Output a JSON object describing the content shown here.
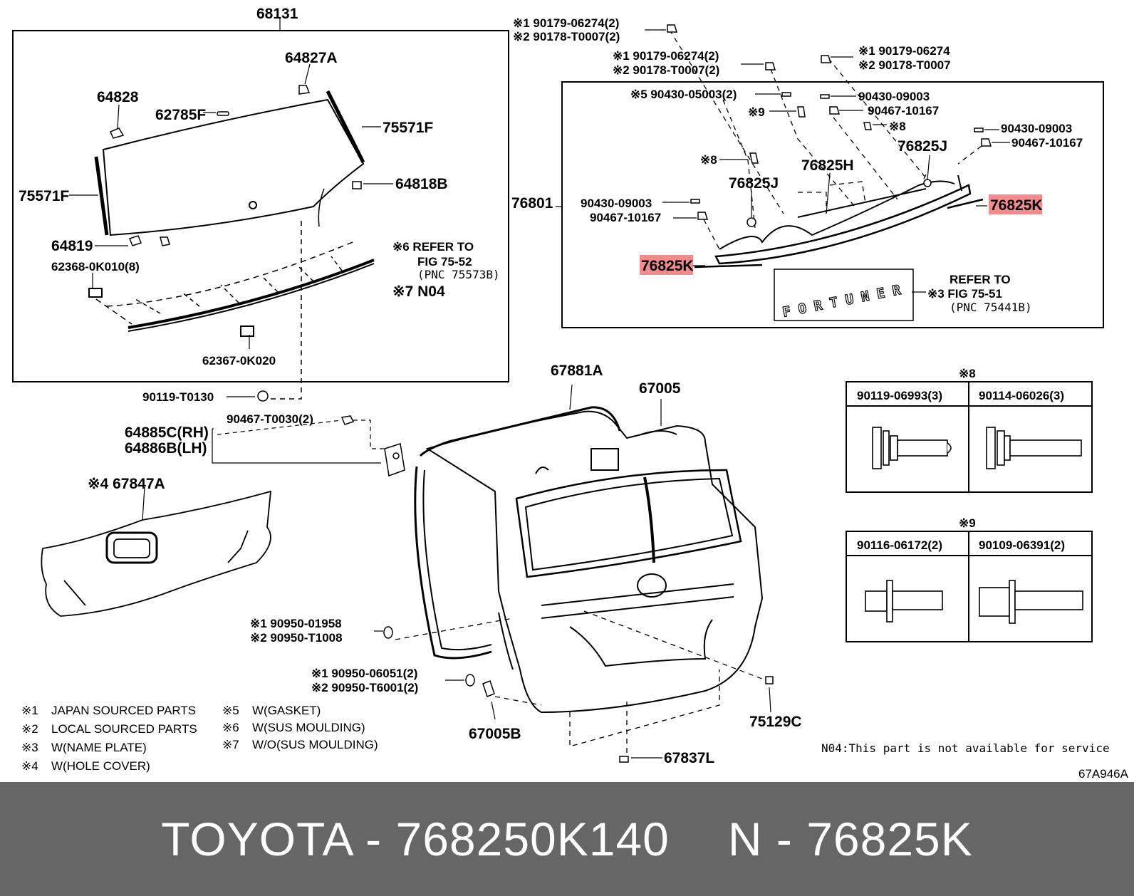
{
  "labels": {
    "assy_glass": "68131",
    "stopper_a": "64827A",
    "stopper": "64828",
    "clip_f": "62785F",
    "dam_r": "75571F",
    "dam_l": "75571F",
    "cover_b": "64818B",
    "cover": "64819",
    "clip_a": "62368-0K010(8)",
    "clip_b": "62367-0K020",
    "refer_6": "※6 REFER TO",
    "refer_6_fig": "FIG 75-52",
    "refer_6_pnc": "(PNC 75573B)",
    "n04_ref": "※7 N04",
    "hose_clip": "90119-T0130",
    "nut_plate": "90467-T0030(2)",
    "hinge_rh": "64885C(RH)",
    "hinge_lh": "64886B(LH)",
    "hole_cover": "※4 67847A",
    "w1a": "※1 90179-06274(2)",
    "w2a": "※2 90178-T0007(2)",
    "w1b": "※1 90179-06274(2)",
    "w2b": "※2 90178-T0007(2)",
    "w1c": "※1 90179-06274",
    "w2c": "※2 90178-T0007",
    "s5": "※5 90430-05003(2)",
    "gasket_r1": "90430-09003",
    "nut_r1": "90467-10167",
    "x9": "※9",
    "x8a": "※8",
    "x8b": "※8",
    "gasket_r2": "90430-09003",
    "nut_r2": "90467-10167",
    "m_j_top": "76825J",
    "m_h": "76825H",
    "m_j_mid": "76825J",
    "m_k_right": "76825K",
    "m_k_left": "76825K",
    "gasket_l": "90430-09003",
    "nut_l": "90467-10167",
    "assy_door": "76801",
    "plate_text": "FORTUNER",
    "refer_3": "REFER TO",
    "refer_3_fig": "※3 FIG 75-51",
    "refer_3_pnc": "(PNC 75441B)",
    "weatherstrip": "67881A",
    "back_door": "67005",
    "plug1a": "※1 90950-01958",
    "plug2a": "※2 90950-T1008",
    "plug1b": "※1 90950-06051(2)",
    "plug2b": "※2 90950-T6001(2)",
    "cushion": "67005B",
    "bracket": "75129C",
    "hole_plug": "67837L",
    "x8_title": "※8",
    "x9_title": "※9",
    "t8_c1": "90119-06993(3)",
    "t8_c2": "90114-06026(3)",
    "t9_c1": "90116-06172(2)",
    "t9_c2": "90109-06391(2)",
    "n04_note": "N04:This part is not available for service",
    "fig_code": "67A946A"
  },
  "legend": [
    {
      "key": "※1",
      "text": "JAPAN SOURCED PARTS"
    },
    {
      "key": "※2",
      "text": "LOCAL SOURCED PARTS"
    },
    {
      "key": "※3",
      "text": "W(NAME PLATE)"
    },
    {
      "key": "※4",
      "text": "W(HOLE COVER)"
    },
    {
      "key": "※5",
      "text": "W(GASKET)"
    },
    {
      "key": "※6",
      "text": "W(SUS MOULDING)"
    },
    {
      "key": "※7",
      "text": "W/O(SUS MOULDING)"
    }
  ],
  "highlight_color": "#f28b8b",
  "banner": {
    "left": "TOYOTA - 768250K140",
    "right": "N - 76825K"
  }
}
